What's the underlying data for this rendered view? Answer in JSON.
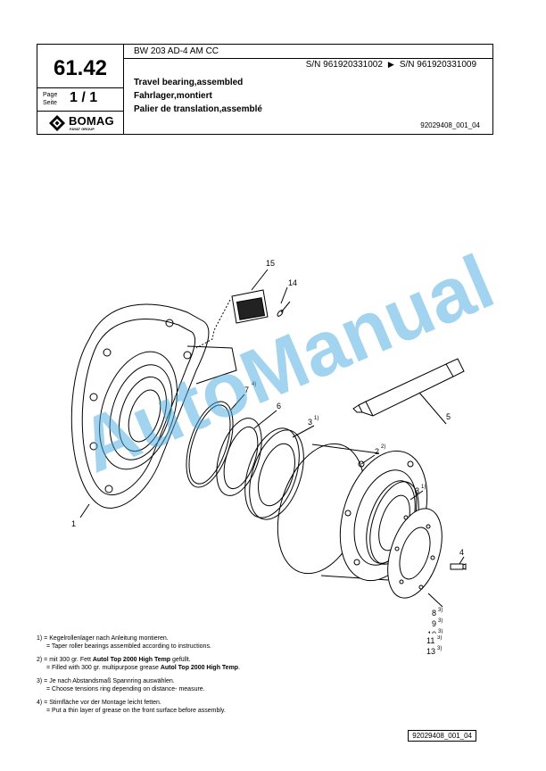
{
  "header": {
    "page_number": "61.42",
    "page_label_en": "Page",
    "page_label_de": "Seite",
    "page_value": "1 / 1",
    "model": "BW 203 AD-4 AM CC",
    "sn_from": "S/N 961920331002",
    "sn_to": "S/N 961920331009",
    "title_en": "Travel bearing,assembled",
    "title_de": "Fahrlager,montiert",
    "title_fr": "Palier de translation,assemblé",
    "drawing_no": "92029408_001_04",
    "logo_text": "BOMAG",
    "logo_sub": "FAYAT GROUP"
  },
  "callouts": {
    "c1": "1",
    "c2": "2",
    "c2s": "2)",
    "c3a": "3",
    "c3as": "1)",
    "c3b": "3",
    "c3bs": "1)",
    "c4": "4",
    "c5": "5",
    "c6": "6",
    "c7": "7",
    "c7s": "4)",
    "c14": "14",
    "c15": "15",
    "c8": "8",
    "c8s": "3)",
    "c9": "9",
    "c9s": "3)",
    "c10": "10",
    "c10s": "3)",
    "c11": "11",
    "c11s": "3)",
    "c13": "13",
    "c13s": "3)"
  },
  "notes": {
    "n1_de": "1) = Kegelrollenlager nach Anleitung  montieren.",
    "n1_en": "= Taper roller bearings assembled according to instructions.",
    "n2_de_pre": "2) = mit 300 gr. Fett ",
    "n2_de_bold": "Autol Top 2000 High Temp",
    "n2_de_post": " gefüllt.",
    "n2_en_pre": "= Filled with 300 gr. multipurpose grease ",
    "n2_en_bold": "Autol Top 2000 High Temp",
    "n2_en_post": ".",
    "n3_de": "3) = Je nach Abstandsmaß Spannring auswählen.",
    "n3_en": "= Choose tensions ring depending on distance- measure.",
    "n4_de": "4) = Stirnfläche vor der Montage leicht fetten.",
    "n4_en": "= Put a thin layer of grease on the front surface before assembly."
  },
  "footer": {
    "drawing_no": "92029408_001_04"
  },
  "watermark": "AutoManual"
}
